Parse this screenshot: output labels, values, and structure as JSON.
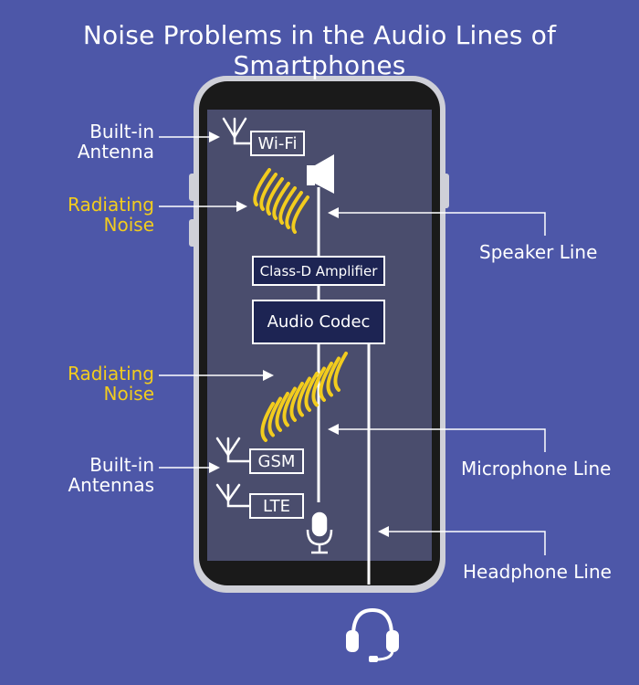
{
  "title": "Noise Problems in the Audio Lines of Smartphones",
  "left_labels": {
    "builtin_antenna": [
      "Built-in",
      "Antenna"
    ],
    "radiating_noise_top": [
      "Radiating",
      "Noise"
    ],
    "radiating_noise_bottom": [
      "Radiating",
      "Noise"
    ],
    "builtin_antennas": [
      "Built-in",
      "Antennas"
    ]
  },
  "right_labels": {
    "speaker_line": "Speaker Line",
    "microphone_line": "Microphone Line",
    "headphone_line": "Headphone Line"
  },
  "components": {
    "wifi": "Wi-Fi",
    "amplifier": "Class-D Amplifier",
    "codec": "Audio Codec",
    "gsm": "GSM",
    "lte": "LTE"
  },
  "colors": {
    "background": "#4d57a8",
    "phone_body": "#1a1a1a",
    "phone_bezel": "#cfd0d8",
    "screen": "#4a4d6d",
    "noise": "#f2cc1e",
    "text": "#ffffff"
  },
  "icons": [
    "antenna-icon",
    "speaker-icon",
    "microphone-icon",
    "headset-icon"
  ]
}
